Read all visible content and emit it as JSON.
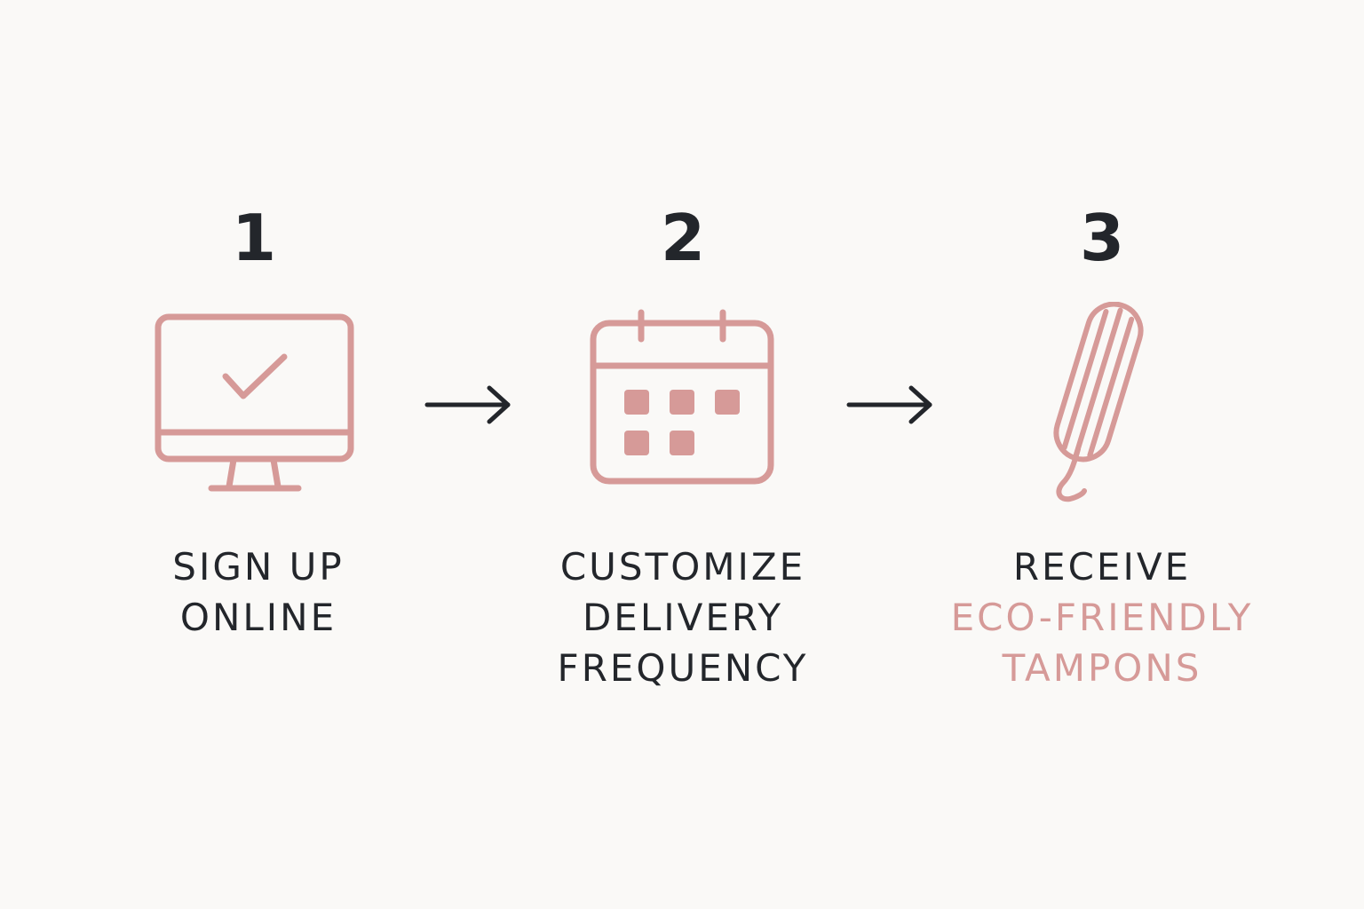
{
  "colors": {
    "background": "#faf9f7",
    "text": "#23262b",
    "accent": "#d69a98"
  },
  "steps": [
    {
      "number": "1",
      "icon": "monitor-checkmark-icon",
      "label_lines": [
        "SIGN UP",
        "ONLINE"
      ]
    },
    {
      "number": "2",
      "icon": "calendar-icon",
      "label_lines": [
        "CUSTOMIZE",
        "DELIVERY",
        "FREQUENCY"
      ]
    },
    {
      "number": "3",
      "icon": "tampon-icon",
      "label_lines": [
        "RECEIVE",
        "ECO-FRIENDLY",
        "TAMPONS"
      ]
    }
  ],
  "connectors": [
    "arrow-right-icon",
    "arrow-right-icon"
  ]
}
